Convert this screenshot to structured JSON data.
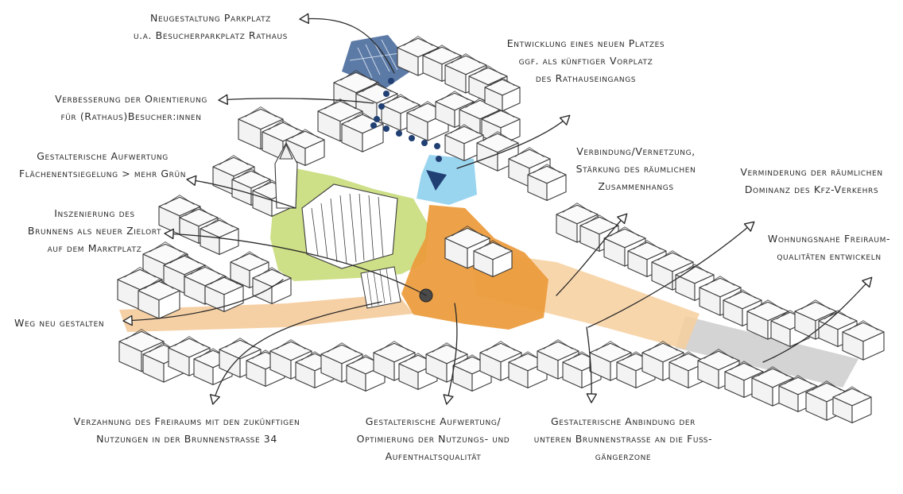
{
  "colors": {
    "parking": "#5b7aa6",
    "route_dots": "#203f73",
    "square_blue": "#8fd0ee",
    "green": "#c8dc7a",
    "orange": "#eb9a3a",
    "light_orange": "#f7cf9e",
    "grey_street": "#cfcfcf",
    "ink": "#2a2a2a"
  },
  "labels": {
    "parkplatz": [
      "Neugestaltung Parkplatz",
      "u.a. Besucherparkplatz Rathaus"
    ],
    "platz": [
      "Entwicklung eines neuen Platzes",
      "ggf. als künftiger Vorplatz",
      "des Rathauseingangs"
    ],
    "orientierung": [
      "Verbesserung der Orientierung",
      "für (Rathaus)Besucher:innen"
    ],
    "aufwertung_gruen": [
      "Gestalterische Aufwertung",
      "Flächenentsiegelung > mehr Grün"
    ],
    "verbindung": [
      "Verbindung/Vernetzung,",
      "Stärkung des räumlichen",
      "Zusammenhangs"
    ],
    "kfz": [
      "Verminderung der räumlichen",
      "Dominanz des Kfz-Verkehrs"
    ],
    "brunnen": [
      "Inszenierung des",
      "Brunnens als neuer Zielort",
      "auf dem Marktplatz"
    ],
    "wohnung": [
      "Wohnungsnahe Freiraum-",
      "qualitäten entwickeln"
    ],
    "weg": [
      "Weg neu gestalten"
    ],
    "verzahnung": [
      "Verzahnung des Freiraums mit den zukünftigen",
      "Nutzungen in der Brunnenstraße 34"
    ],
    "optimierung": [
      "Gestalterische Aufwertung/",
      "Optimierung der Nutzungs- und",
      "Aufenthaltsqualität"
    ],
    "anbindung": [
      "Gestalterische Anbindung der",
      "unteren Brunnenstraße an die Fuß-",
      "gängerzone"
    ]
  }
}
